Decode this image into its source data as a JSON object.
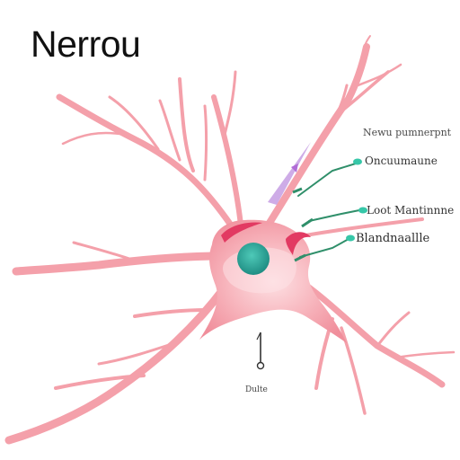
{
  "title": "Nerrou",
  "labels": [
    "Newu pumnerpnt",
    "Oncuumaune",
    "Loot Mantinnne",
    "Blandnaallle",
    "Dulte"
  ],
  "colors": {
    "neuron_fill": "#f49aa4",
    "neuron_light": "#fbcdd2",
    "neuron_dark": "#e56b7a",
    "nucleus": "#2aa59a",
    "nucleus_ring": "#e0365a",
    "leader_green": "#2f9a6a",
    "accent_purple": "#b98ad8",
    "text_dark": "#111111"
  },
  "icons": [
    "pointer-pin-icon"
  ]
}
